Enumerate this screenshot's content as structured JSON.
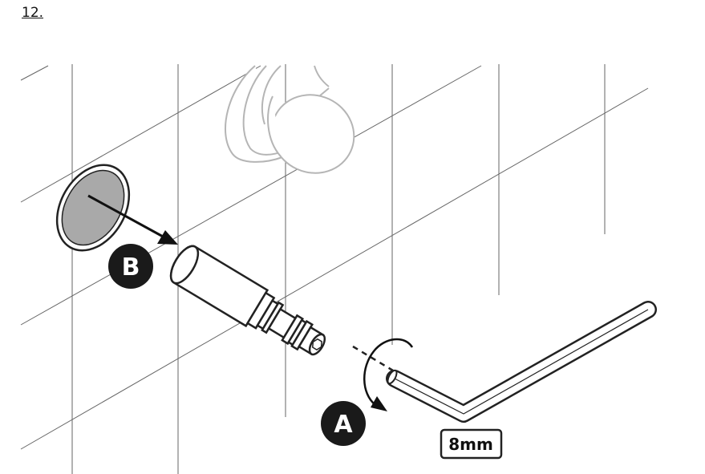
{
  "step": {
    "number": "12."
  },
  "callouts": {
    "a": "A",
    "b": "B"
  },
  "tool": {
    "size_label": "8mm"
  },
  "colors": {
    "line": "#222222",
    "tile_line": "#555555",
    "faded": "#bdbdbd",
    "cap_fill": "#a8a8a8",
    "badge": "#1a1a1a"
  }
}
